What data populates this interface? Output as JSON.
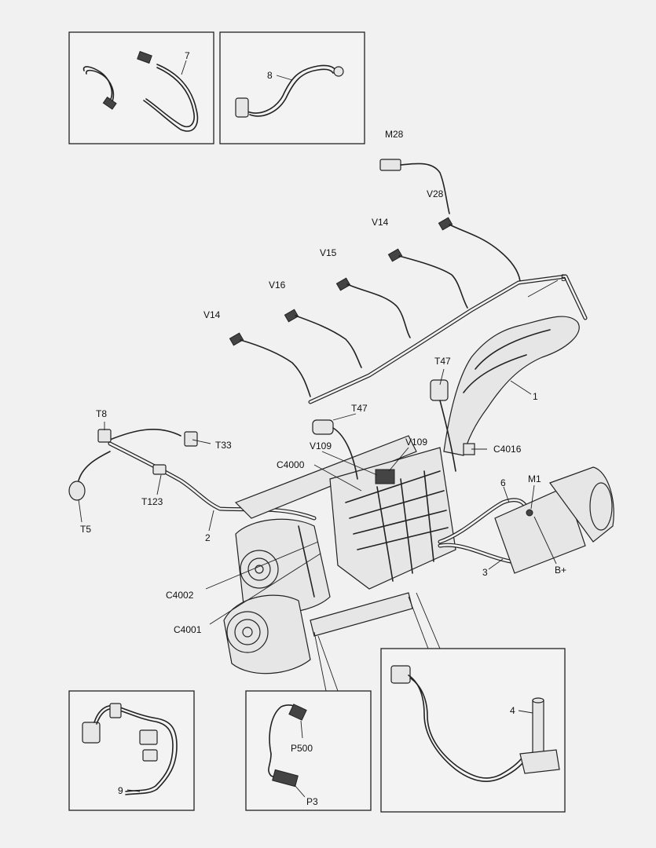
{
  "labels": {
    "n7": "7",
    "n8": "8",
    "m28": "M28",
    "v28": "V28",
    "v14_top": "V14",
    "v15": "V15",
    "v16": "V16",
    "v14_left": "V14",
    "n5": "5",
    "t47_right": "T47",
    "n1": "1",
    "t8": "T8",
    "t33": "T33",
    "t47_mid": "T47",
    "v109_left": "V109",
    "v109_right": "V109",
    "c4016": "C4016",
    "c4000": "C4000",
    "t5": "T5",
    "t123": "T123",
    "n2": "2",
    "n6": "6",
    "m1": "M1",
    "n3": "3",
    "bplus": "B+",
    "c4002": "C4002",
    "c4001": "C4001",
    "n4": "4",
    "p500": "P500",
    "p3": "P3",
    "n9": "9"
  }
}
